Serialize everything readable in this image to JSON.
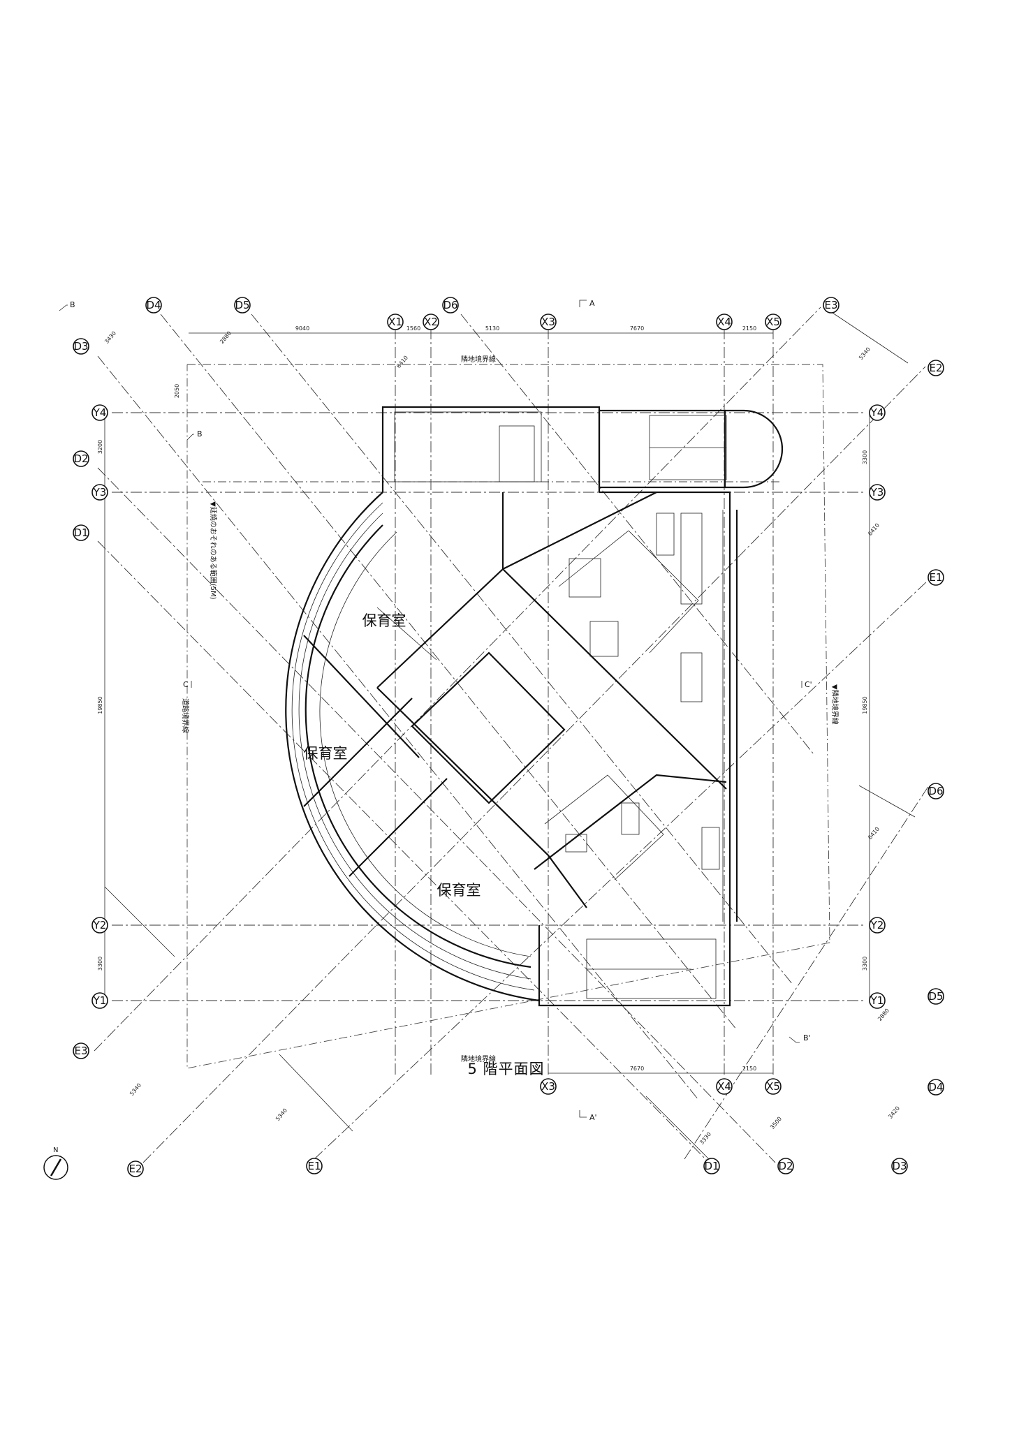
{
  "drawing_title": "5 階平面図",
  "rooms": [
    {
      "name": "保育室"
    },
    {
      "name": "保育室"
    },
    {
      "name": "保育室"
    }
  ],
  "boundaries": {
    "north": "隣地境界線",
    "south": "隣地境界線",
    "west": "道路境界線",
    "east": "▼隣地境界線",
    "west_note": "▼延焼のおそれのある範囲(5M)"
  },
  "grid": {
    "x_axes": [
      "X1",
      "X2",
      "X3",
      "X4",
      "X5"
    ],
    "y_axes": [
      "Y4",
      "Y3",
      "Y2",
      "Y1"
    ],
    "d_axes": [
      "D4",
      "D5",
      "D6",
      "D3",
      "D2",
      "D1"
    ],
    "e_axes": [
      "E3",
      "E2",
      "E1"
    ],
    "right_d_axes": [
      "D6",
      "D5",
      "D4",
      "D3",
      "D2",
      "D1"
    ],
    "bottom_x_axes": [
      "X3",
      "X4",
      "X5"
    ],
    "bottom_e_axes": [
      "E3",
      "E2",
      "E1"
    ],
    "right_e_axes": [
      "E3",
      "E2",
      "E1"
    ]
  },
  "dimensions": {
    "top": [
      "9040",
      "1560",
      "5130",
      "7670",
      "2150"
    ],
    "bottom": [
      "7670",
      "2150"
    ],
    "left": [
      "2050",
      "3200",
      "19850",
      "3300"
    ],
    "right": [
      "3300",
      "19850",
      "3300"
    ],
    "top_left_diag": [
      "3430",
      "2880",
      "6410"
    ],
    "bottom_diag": [
      "5340",
      "5340",
      "3330",
      "3500",
      "3420"
    ],
    "right_diag": [
      "5340",
      "6410",
      "6410",
      "2880"
    ]
  },
  "section_marks": {
    "A": "A",
    "A_prime": "A'",
    "B": "B",
    "B_prime": "B'",
    "C": "C",
    "C_prime": "C'"
  },
  "north_arrow": "N"
}
